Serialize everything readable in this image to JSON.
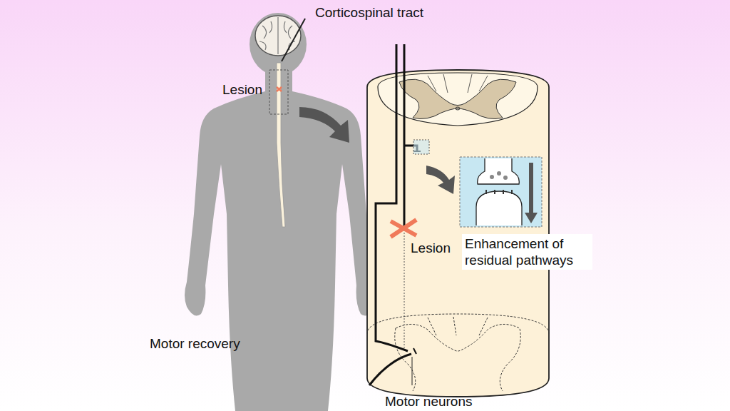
{
  "diagram": {
    "labels": [
      "Corticospinal tract",
      "Lesion",
      "Lesion",
      "Enhancement of residual pathways",
      "Motor recovery",
      "Motor neurons"
    ]
  }
}
